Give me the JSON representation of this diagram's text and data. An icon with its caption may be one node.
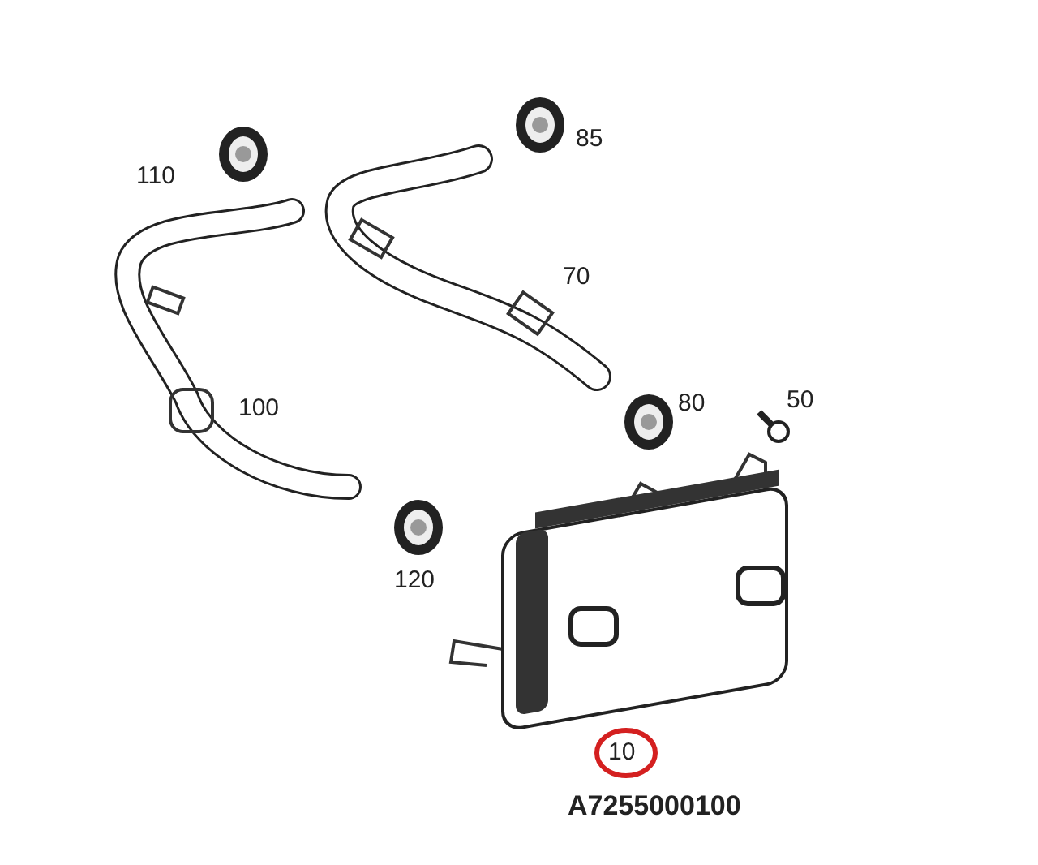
{
  "diagram": {
    "labels": [
      "85",
      "110",
      "70",
      "100",
      "80",
      "50",
      "120",
      "10",
      "A7255000100"
    ]
  }
}
